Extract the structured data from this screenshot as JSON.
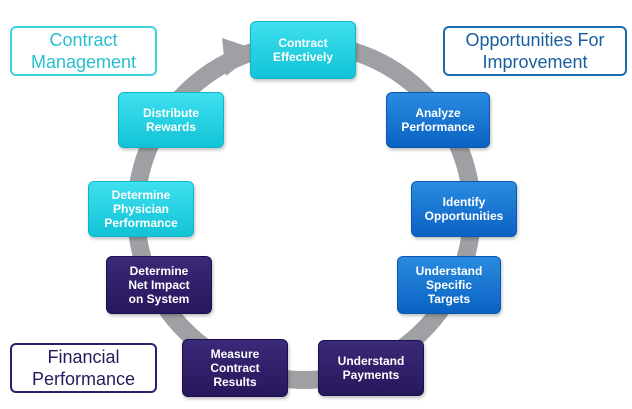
{
  "colors": {
    "ring": "#9ea0a3",
    "cyan": "#1cc8da",
    "blue": "#0b66c6",
    "purple": "#2a1b63"
  },
  "steps": [
    {
      "label": "Contract\nEffectively",
      "color": "cyan"
    },
    {
      "label": "Analyze\nPerformance",
      "color": "blue"
    },
    {
      "label": "Identify\nOpportunities",
      "color": "blue"
    },
    {
      "label": "Understand\nSpecific\nTargets",
      "color": "blue"
    },
    {
      "label": "Understand\nPayments",
      "color": "purple"
    },
    {
      "label": "Measure\nContract\nResults",
      "color": "purple"
    },
    {
      "label": "Determine\nNet Impact\non System",
      "color": "purple"
    },
    {
      "label": "Determine\nPhysician\nPerformance",
      "color": "cyan"
    },
    {
      "label": "Distribute\nRewards",
      "color": "cyan"
    }
  ],
  "legend": {
    "contract_management": "Contract\nManagement",
    "opportunities": "Opportunities For\nImprovement",
    "financial_performance": "Financial\nPerformance"
  }
}
